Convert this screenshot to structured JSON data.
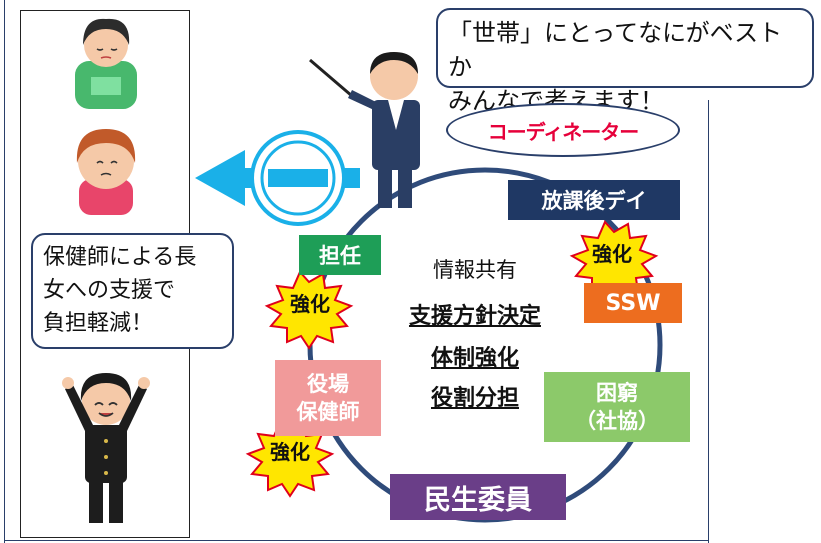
{
  "speech_top": {
    "line1": "「世帯」にとってなにがベストか",
    "line2": "みんなで考えます！"
  },
  "coordinator": {
    "label": "コーディネーター"
  },
  "speech_left": {
    "line1": "保健師による長",
    "line2": "女への支援で",
    "line3": "負担軽減！"
  },
  "roles": {
    "after_school_day": "放課後デイ",
    "homeroom_teacher": "担任",
    "ssw": "SSW",
    "town_office_nurse_line1": "役場",
    "town_office_nurse_line2": "保健師",
    "poverty_support_line1": "困窮",
    "poverty_support_line2": "（社協）",
    "welfare_commissioner": "民生委員"
  },
  "center_texts": {
    "info_sharing": "情報共有",
    "policy_decision": "支援方針決定",
    "system_strengthening": "体制強化",
    "role_sharing": "役割分担"
  },
  "bursts": {
    "label_1": "強化",
    "label_2": "強化",
    "label_3": "強化"
  },
  "colors": {
    "frame": "#2a3f6a",
    "arrow": "#1ab0e8",
    "cycle": "#2f4b7a",
    "burst": "#ffe600",
    "burst_edge": "#e0001b"
  }
}
